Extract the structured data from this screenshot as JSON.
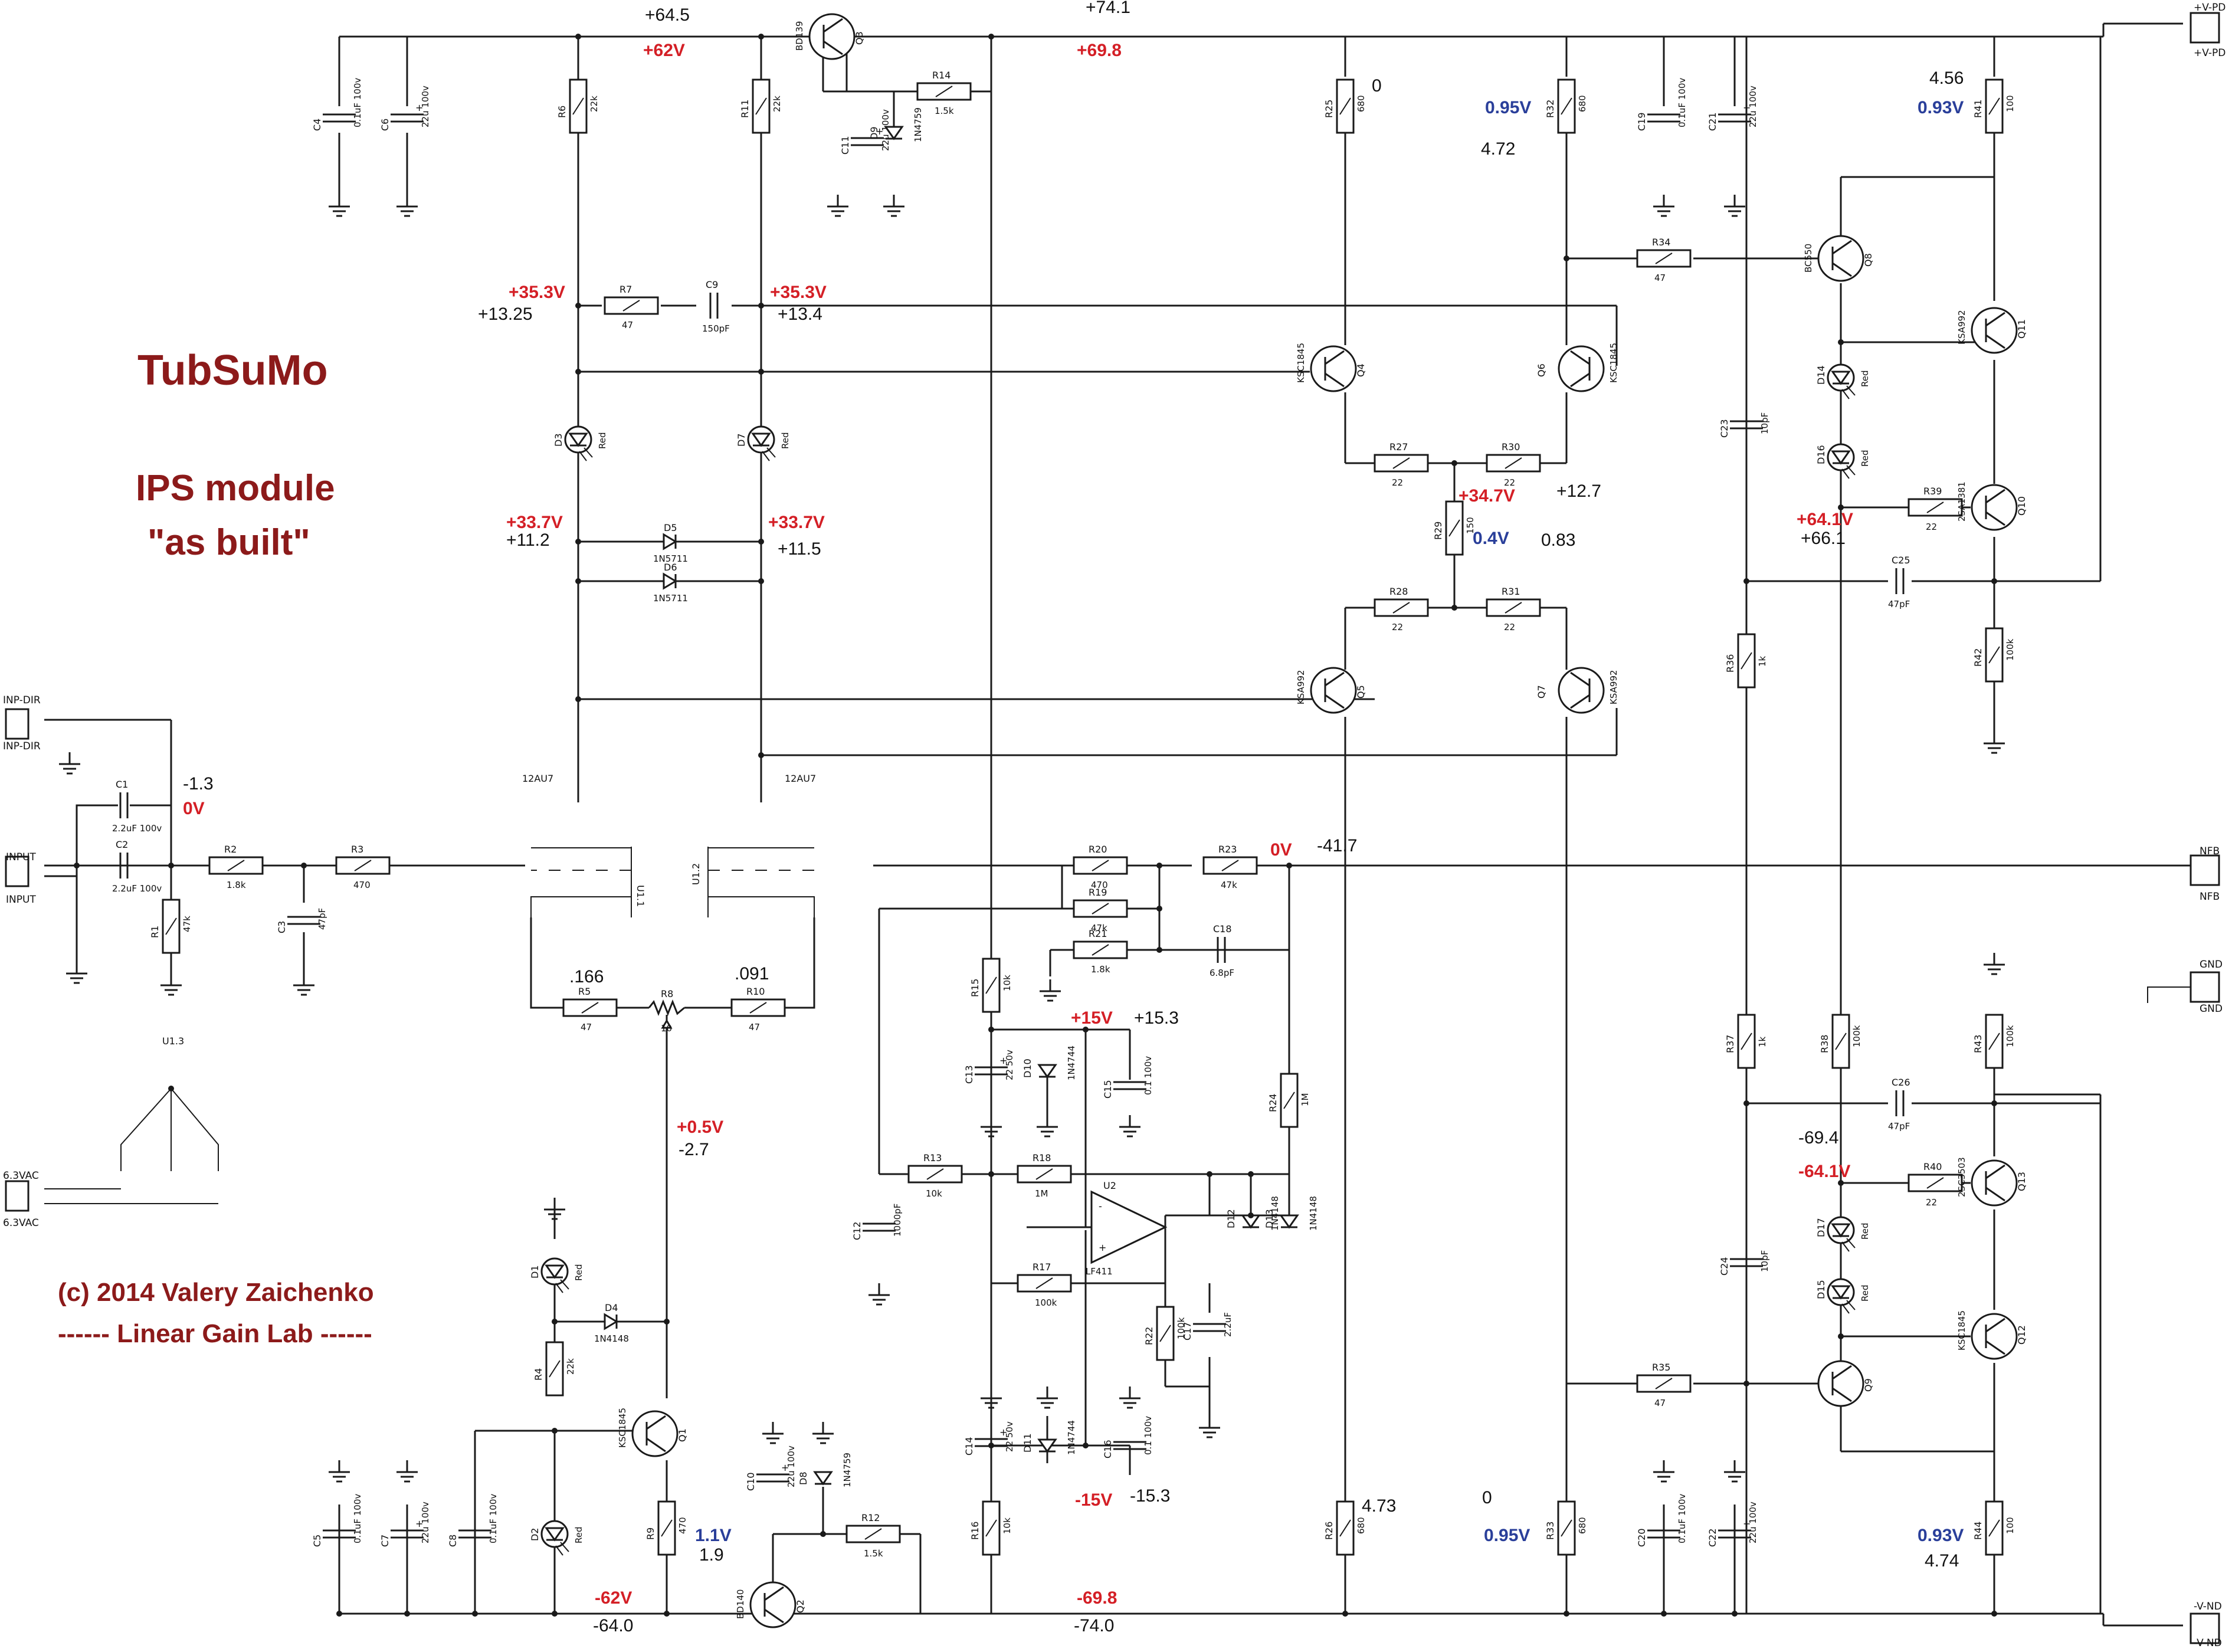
{
  "title": "TubSuMo",
  "subtitle1": "IPS module",
  "subtitle2": "\"as built\"",
  "copyright": "(c) 2014 Valery Zaichenko",
  "lab": "------ Linear Gain Lab ------",
  "connectors": {
    "inp_dir": "INP-DIR",
    "input": "INPUT",
    "vac": "6.3VAC",
    "vpd": "+V-PD",
    "vnd": "-V-ND",
    "nfb": "NFB",
    "gnd": "GND"
  },
  "tubes": {
    "u1a": "12AU7",
    "u1b": "12AU7",
    "u11": "U1.1",
    "u12": "U1.2",
    "u13": "U1.3"
  },
  "components": {
    "C1": {
      "ref": "C1",
      "val": "2.2uF 100v"
    },
    "C2": {
      "ref": "C2",
      "val": "2.2uF 100v"
    },
    "C3": {
      "ref": "C3",
      "val": "47pF"
    },
    "C4": {
      "ref": "C4",
      "val": "0.1uF 100v"
    },
    "C5": {
      "ref": "C5",
      "val": "0.1uF 100v"
    },
    "C6": {
      "ref": "C6",
      "val": "22u 100v"
    },
    "C7": {
      "ref": "C7",
      "val": "22u 100v"
    },
    "C8": {
      "ref": "C8",
      "val": "0.1uF 100v"
    },
    "C9": {
      "ref": "C9",
      "val": "150pF"
    },
    "C10": {
      "ref": "C10",
      "val": "22u 100v"
    },
    "C11": {
      "ref": "C11",
      "val": "22u 100v"
    },
    "C12": {
      "ref": "C12",
      "val": "1000pF"
    },
    "C13": {
      "ref": "C13",
      "val": "22 50v"
    },
    "C14": {
      "ref": "C14",
      "val": "22 50v"
    },
    "C15": {
      "ref": "C15",
      "val": "0.1 100v"
    },
    "C16": {
      "ref": "C16",
      "val": "0.1 100v"
    },
    "C17": {
      "ref": "C17",
      "val": "2.2uF"
    },
    "C18": {
      "ref": "C18",
      "val": "6.8pF"
    },
    "C19": {
      "ref": "C19",
      "val": "0.1uF 100v"
    },
    "C20": {
      "ref": "C20",
      "val": "0.1uF 100v"
    },
    "C21": {
      "ref": "C21",
      "val": "22u 100v"
    },
    "C22": {
      "ref": "C22",
      "val": "22u 100v"
    },
    "C23": {
      "ref": "C23",
      "val": "10pF"
    },
    "C24": {
      "ref": "C24",
      "val": "10pF"
    },
    "C25": {
      "ref": "C25",
      "val": "47pF"
    },
    "C26": {
      "ref": "C26",
      "val": "47pF"
    },
    "R1": {
      "ref": "R1",
      "val": "47k"
    },
    "R2": {
      "ref": "R2",
      "val": "1.8k"
    },
    "R3": {
      "ref": "R3",
      "val": "470"
    },
    "R4": {
      "ref": "R4",
      "val": "22k"
    },
    "R5": {
      "ref": "R5",
      "val": "47"
    },
    "R6": {
      "ref": "R6",
      "val": "22k"
    },
    "R7": {
      "ref": "R7",
      "val": "47"
    },
    "R8": {
      "ref": "R8",
      "val": "10"
    },
    "R9": {
      "ref": "R9",
      "val": "470"
    },
    "R10": {
      "ref": "R10",
      "val": "47"
    },
    "R11": {
      "ref": "R11",
      "val": "22k"
    },
    "R12": {
      "ref": "R12",
      "val": "1.5k"
    },
    "R13": {
      "ref": "R13",
      "val": "10k"
    },
    "R14": {
      "ref": "R14",
      "val": "1.5k"
    },
    "R15": {
      "ref": "R15",
      "val": "10k"
    },
    "R16": {
      "ref": "R16",
      "val": "10k"
    },
    "R17": {
      "ref": "R17",
      "val": "100k"
    },
    "R18": {
      "ref": "R18",
      "val": "1M"
    },
    "R19": {
      "ref": "R19",
      "val": "47k"
    },
    "R20": {
      "ref": "R20",
      "val": "470"
    },
    "R21": {
      "ref": "R21",
      "val": "1.8k"
    },
    "R22": {
      "ref": "R22",
      "val": "100k"
    },
    "R23": {
      "ref": "R23",
      "val": "47k"
    },
    "R24": {
      "ref": "R24",
      "val": "1M"
    },
    "R25": {
      "ref": "R25",
      "val": "680"
    },
    "R26": {
      "ref": "R26",
      "val": "680"
    },
    "R27": {
      "ref": "R27",
      "val": "22"
    },
    "R28": {
      "ref": "R28",
      "val": "22"
    },
    "R29": {
      "ref": "R29",
      "val": "150"
    },
    "R30": {
      "ref": "R30",
      "val": "22"
    },
    "R31": {
      "ref": "R31",
      "val": "22"
    },
    "R32": {
      "ref": "R32",
      "val": "680"
    },
    "R33": {
      "ref": "R33",
      "val": "680"
    },
    "R34": {
      "ref": "R34",
      "val": "47"
    },
    "R35": {
      "ref": "R35",
      "val": "47"
    },
    "R36": {
      "ref": "R36",
      "val": "1k"
    },
    "R37": {
      "ref": "R37",
      "val": "1k"
    },
    "R38": {
      "ref": "R38",
      "val": "100k"
    },
    "R39": {
      "ref": "R39",
      "val": "22"
    },
    "R40": {
      "ref": "R40",
      "val": "22"
    },
    "R41": {
      "ref": "R41",
      "val": "100"
    },
    "R42": {
      "ref": "R42",
      "val": "100k"
    },
    "R43": {
      "ref": "R43",
      "val": "100k"
    },
    "R44": {
      "ref": "R44",
      "val": "100"
    },
    "D1": {
      "ref": "D1",
      "val": "Red"
    },
    "D2": {
      "ref": "D2",
      "val": "Red"
    },
    "D3": {
      "ref": "D3",
      "val": "Red"
    },
    "D4": {
      "ref": "D4",
      "val": "1N4148"
    },
    "D5": {
      "ref": "D5",
      "val": "1N5711"
    },
    "D6": {
      "ref": "D6",
      "val": "1N5711"
    },
    "D7": {
      "ref": "D7",
      "val": "Red"
    },
    "D8": {
      "ref": "D8",
      "val": "1N4759"
    },
    "D9": {
      "ref": "D9",
      "val": "1N4759"
    },
    "D10": {
      "ref": "D10",
      "val": "1N4744"
    },
    "D11": {
      "ref": "D11",
      "val": "1N4744"
    },
    "D12": {
      "ref": "D12",
      "val": "1N4148"
    },
    "D13": {
      "ref": "D13",
      "val": "1N4148"
    },
    "D14": {
      "ref": "D14",
      "val": "Red"
    },
    "D15": {
      "ref": "D15",
      "val": "Red"
    },
    "D16": {
      "ref": "D16",
      "val": "Red"
    },
    "D17": {
      "ref": "D17",
      "val": "Red"
    },
    "Q1": {
      "ref": "Q1",
      "val": "KSC1845"
    },
    "Q2": {
      "ref": "Q2",
      "val": "BD140"
    },
    "Q3": {
      "ref": "Q3",
      "val": "BD139"
    },
    "Q4": {
      "ref": "Q4",
      "val": "KSC1845"
    },
    "Q5": {
      "ref": "Q5",
      "val": "KSA992"
    },
    "Q6": {
      "ref": "Q6",
      "val": "KSC1845"
    },
    "Q7": {
      "ref": "Q7",
      "val": "KSA992"
    },
    "Q8": {
      "ref": "Q8",
      "val": "BC550"
    },
    "Q9": {
      "ref": "Q9",
      "val": ""
    },
    "Q10": {
      "ref": "Q10",
      "val": "2SA1381"
    },
    "Q11": {
      "ref": "Q11",
      "val": "KSA992"
    },
    "Q12": {
      "ref": "Q12",
      "val": "KSC1845"
    },
    "Q13": {
      "ref": "Q13",
      "val": "2SC3503"
    },
    "U2": {
      "ref": "U2",
      "val": "LF411"
    }
  },
  "measurements": {
    "v_64_5": "+64.5",
    "v_74_1": "+74.1",
    "r62": "+62V",
    "r69_8": "+69.8",
    "z0_top": "0",
    "b095_top": "0.95V",
    "v4_72": "4.72",
    "v4_56": "4.56",
    "b093_top": "0.93V",
    "r35_3a": "+35.3V",
    "v13_25": "+13.25",
    "r35_3b": "+35.3V",
    "v13_4": "+13.4",
    "r33_7a": "+33.7V",
    "v11_2": "+11.2",
    "r33_7b": "+33.7V",
    "v11_5": "+11.5",
    "r34_7": "+34.7V",
    "v12_7": "+12.7",
    "b04": "0.4V",
    "v0_83": "0.83",
    "r64_1p": "+64.1V",
    "v66_1": "+66.1",
    "vm1_3": "-1.3",
    "r0v_in": "0V",
    "r0v_out": "0V",
    "vm41_7": "-41.7",
    "v166": ".166",
    "v091": ".091",
    "r15": "+15V",
    "v15_3": "+15.3",
    "r05": "+0.5V",
    "vm2_7": "-2.7",
    "vm69_4": "-69.4",
    "r64_1n": "-64.1V",
    "rm15": "-15V",
    "vm15_3": "-15.3",
    "b1_1": "1.1V",
    "v1_9": "1.9",
    "v4_73": "4.73",
    "z0_bot": "0",
    "b095_bot": "0.95V",
    "b093_bot": "0.93V",
    "v4_74": "4.74",
    "rm62": "-62V",
    "vm64": "-64.0",
    "rm69_8": "-69.8",
    "vm74": "-74.0"
  },
  "colors": {
    "title": "#8c1a1a",
    "red_v": "#d41f26",
    "blue_v": "#2a3f9a",
    "ink": "#1a1a1a"
  }
}
